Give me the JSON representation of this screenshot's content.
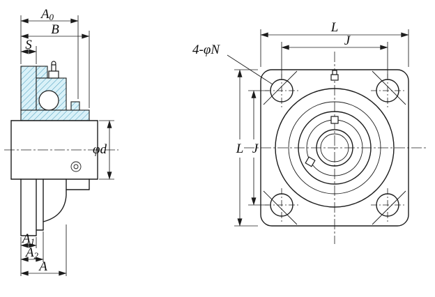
{
  "side_view": {
    "dims": {
      "a0": {
        "base": "A",
        "sub": "0"
      },
      "b": "B",
      "s": "S",
      "phid": "φd",
      "a1": {
        "base": "A",
        "sub": "1"
      },
      "a2": {
        "base": "A",
        "sub": "2"
      },
      "a": "A"
    }
  },
  "front_view": {
    "dims": {
      "l_top": "L",
      "j_top": "J",
      "l_left": "L",
      "j_left": "J",
      "bolt": "4-φN"
    }
  },
  "colors": {
    "line": "#1c1c1c",
    "section_fill": "#d9f1f8",
    "hatch_line": "#4e9fbf",
    "background": "#ffffff"
  }
}
